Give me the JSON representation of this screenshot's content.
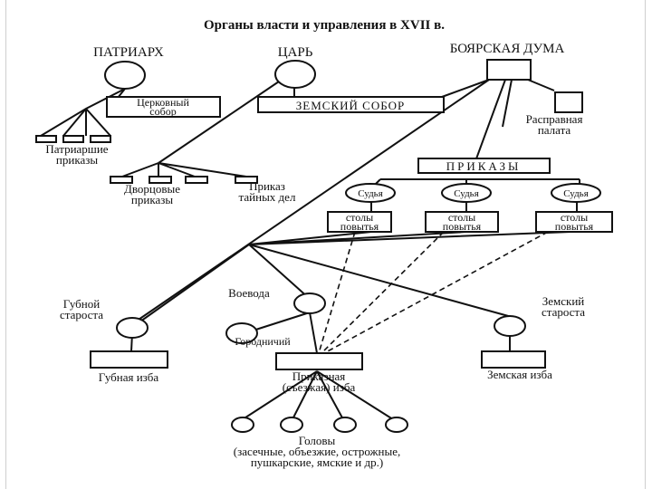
{
  "title": "Органы власти и управления в XVII в.",
  "nodes": {
    "patriarch": "ПАТРИАРХ",
    "tsar": "ЦАРЬ",
    "boyar_duma": "БОЯРСКАЯ ДУМА",
    "church_council": [
      "Церковный",
      "собор"
    ],
    "zemsky_sobor": "ЗЕМСКИЙ СОБОР",
    "raspravnaya_palata": [
      "Расправная",
      "палата"
    ],
    "patriarch_prikazy": [
      "Патриаршие",
      "приказы"
    ],
    "prikazy": "ПРИКАЗЫ",
    "palace_prikazy": [
      "Дворцовые",
      "приказы"
    ],
    "secret_prikaz": [
      "Приказ",
      "тайных дел"
    ],
    "judge": "Судья",
    "stoly": [
      "столы",
      "повытья"
    ],
    "gubnoy_starosta": [
      "Губной",
      "староста"
    ],
    "voevoda": "Воевода",
    "gorodnichy": "Городничий",
    "zemsky_starosta": [
      "Земский",
      "староста"
    ],
    "gubnaya_izba": "Губная изба",
    "prikaznaya_izba": [
      "Приказная",
      "(съезжая) изба"
    ],
    "zemskaya_izba": "Земская изба",
    "golovy": [
      "Головы",
      "(засечные, объезжие, острожные,",
      "пушкарские, ямские и др.)"
    ]
  },
  "colors": {
    "ink": "#111111",
    "background": "#ffffff",
    "edge": "#cfcfcf"
  }
}
